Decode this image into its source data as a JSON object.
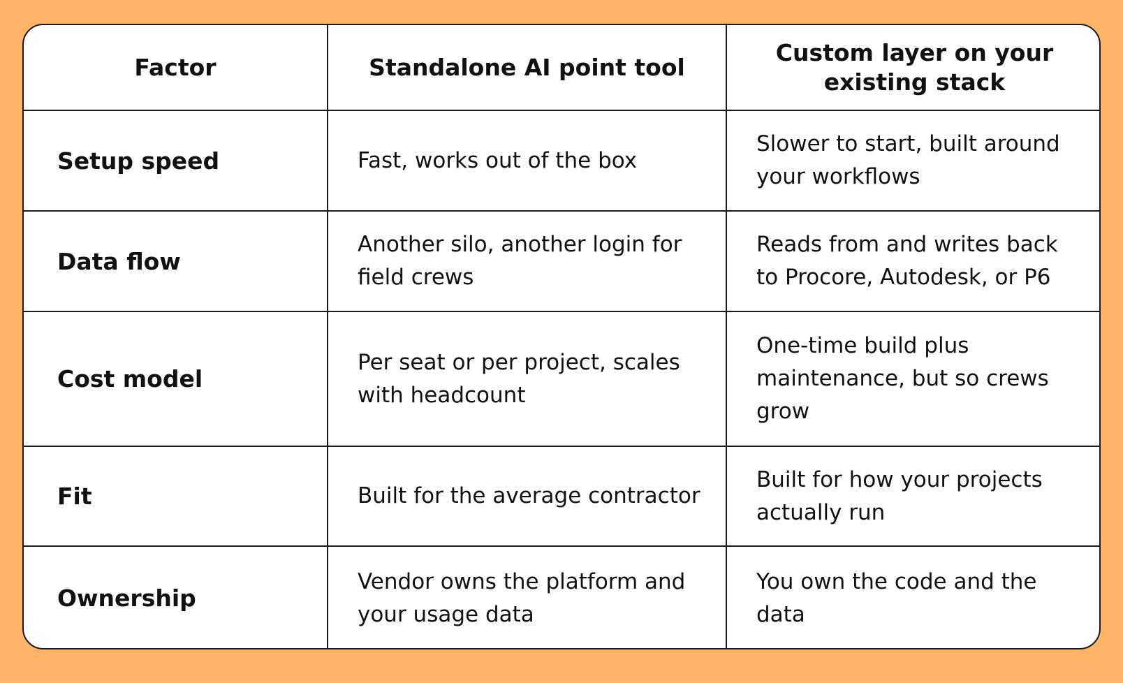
{
  "table": {
    "headers": [
      "Factor",
      "Standalone AI point tool",
      "Custom layer on your existing stack"
    ],
    "rows": [
      {
        "factor": "Setup speed",
        "standalone": "Fast, works out of the box",
        "custom": "Slower to start, built around your workflows"
      },
      {
        "factor": "Data flow",
        "standalone": "Another silo, another login for field crews",
        "custom": "Reads from and writes back to Procore, Autodesk, or P6"
      },
      {
        "factor": "Cost model",
        "standalone": "Per seat or per project, scales with headcount",
        "custom": "One-time build plus maintenance, but so crews grow"
      },
      {
        "factor": "Fit",
        "standalone": "Built for the average contractor",
        "custom": "Built for how your projects actually run"
      },
      {
        "factor": "Ownership",
        "standalone": "Vendor owns the platform and your usage data",
        "custom": "You own the code and the data"
      }
    ]
  },
  "colors": {
    "background": "#FFB468",
    "card": "#FFFFFF",
    "border": "#1A1A1A",
    "text": "#111111"
  }
}
